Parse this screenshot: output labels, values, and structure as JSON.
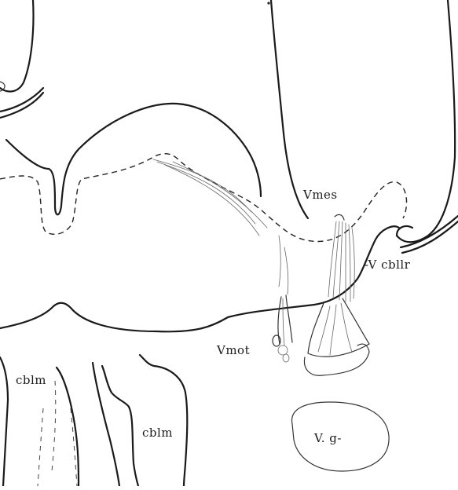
{
  "labels": {
    "v_mes": "Vmes",
    "v_cbllr": "-V cbllr",
    "v_mot": "Vmot",
    "cblm_left": "cblm",
    "cblm_right": "cblm",
    "v_g": "V. g-"
  }
}
